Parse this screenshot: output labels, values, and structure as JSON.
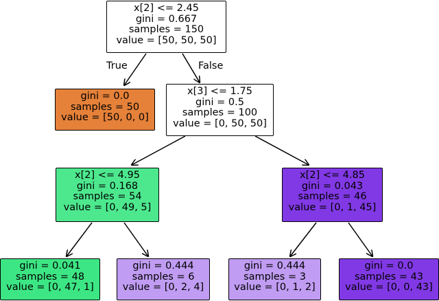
{
  "colors": {
    "root": "#ffffff",
    "left_leaf": "#e58139",
    "n2": "#ffffff",
    "n3": "#4de88e",
    "n4": "#8139e5",
    "leaf_a": "#3de684",
    "leaf_b": "#c09cf2",
    "leaf_c": "#c09cf2",
    "leaf_d": "#8139e5"
  },
  "edge_labels": {
    "true_label": "True",
    "false_label": "False"
  },
  "nodes": {
    "root": [
      "x[2] <= 2.45",
      "gini = 0.667",
      "samples = 150",
      "value = [50, 50, 50]"
    ],
    "left_leaf": [
      "gini = 0.0",
      "samples = 50",
      "value = [50, 0, 0]"
    ],
    "n2": [
      "x[3] <= 1.75",
      "gini = 0.5",
      "samples = 100",
      "value = [0, 50, 50]"
    ],
    "n3": [
      "x[2] <= 4.95",
      "gini = 0.168",
      "samples = 54",
      "value = [0, 49, 5]"
    ],
    "n4": [
      "x[2] <= 4.85",
      "gini = 0.043",
      "samples = 46",
      "value = [0, 1, 45]"
    ],
    "leaf_a": [
      "gini = 0.041",
      "samples = 48",
      "value = [0, 47, 1]"
    ],
    "leaf_b": [
      "gini = 0.444",
      "samples = 6",
      "value = [0, 2, 4]"
    ],
    "leaf_c": [
      "gini = 0.444",
      "samples = 3",
      "value = [0, 1, 2]"
    ],
    "leaf_d": [
      "gini = 0.0",
      "samples = 43",
      "value = [0, 0, 43]"
    ]
  }
}
